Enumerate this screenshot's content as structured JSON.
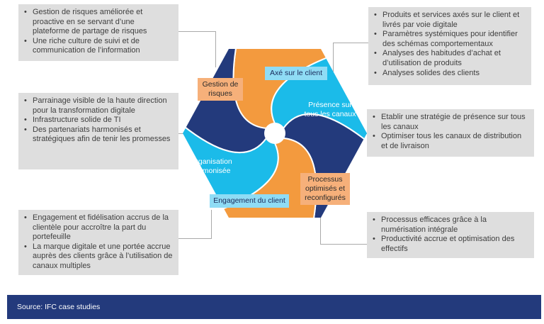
{
  "boxes": {
    "top_left": [
      "Gestion de risques améliorée et proactive en se servant d’une plateforme de partage de risques",
      "Une riche culture de suivi et de communication de l’information"
    ],
    "top_right": [
      "Produits et services axés sur le client et livrés par voie digitale",
      "Paramètres systémiques pour identifier des schémas comportementaux",
      "Analyses des habitudes d’achat et d’utilisation de produits",
      "Analyses solides des clients"
    ],
    "mid_left": [
      "Parrainage visible de la haute direction pour la transformation digitale",
      "Infrastructure solide de TI",
      "Des partenariats harmonisés et stratégiques afin de tenir les promesses"
    ],
    "mid_right": [
      "Etablir une stratégie de présence sur tous les canaux",
      "Optimiser tous les canaux de distribution et de livraison"
    ],
    "bottom_left": [
      "Engagement et fidélisation accrus de la clientèle pour accroître la part du portefeuille",
      "La marque digitale et une portée accrue auprès des clients grâce à l’utilisation de canaux multiples"
    ],
    "bottom_right": [
      "Processus efficaces grâce à la numérisation intégrale",
      "Productivité accrue et optimisation des effectifs"
    ]
  },
  "segments": {
    "risk": "Gestion de risques",
    "client": "Axé sur le client",
    "channels": "Présence sur tous les canaux",
    "processes": "Processus optimisés et reconfigurés",
    "engagement": "Engagement du client",
    "organisation": "Organisation harmonisée"
  },
  "colors": {
    "orange": "#f39a3e",
    "light_blue": "#1bbbe9",
    "navy": "#233a7c",
    "box_grey": "#dedede"
  },
  "source": "Source: IFC case studies"
}
